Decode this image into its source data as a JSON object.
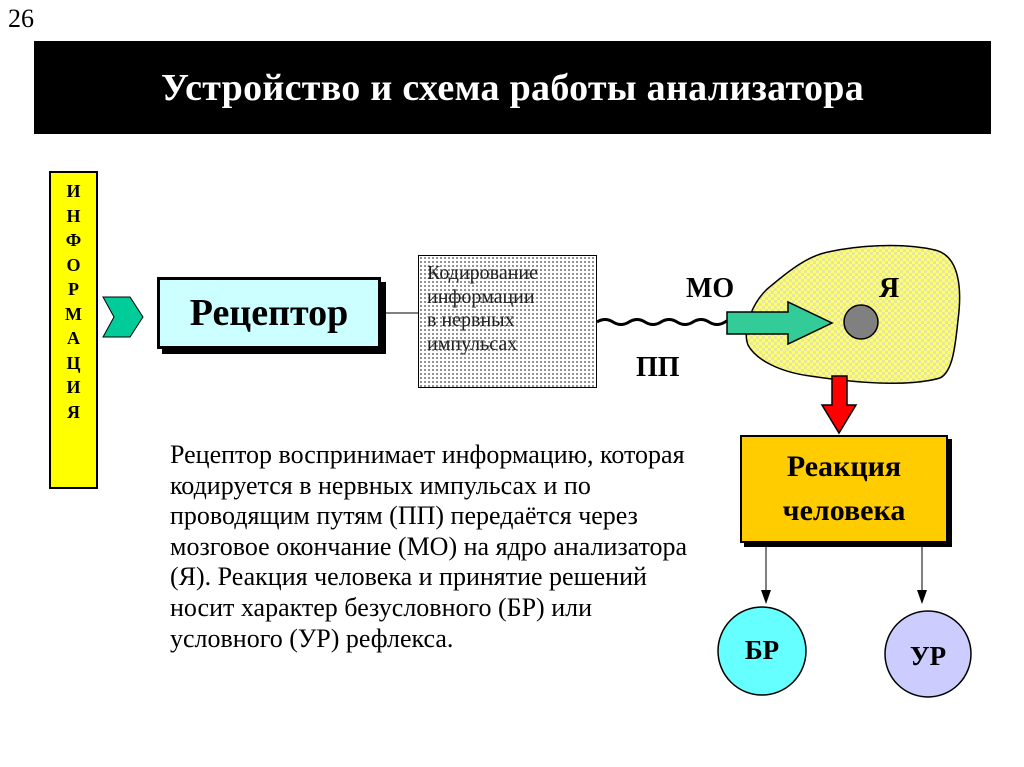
{
  "slide_number": "26",
  "title": "Устройство и схема работы анализатора",
  "information_letters": [
    "И",
    "Н",
    "Ф",
    "О",
    "Р",
    "М",
    "А",
    "Ц",
    "И",
    "Я"
  ],
  "receptor_label": "Рецептор",
  "coding_box": {
    "lines": [
      "Кодирование",
      "информации",
      "в нервных",
      "импульсах"
    ]
  },
  "labels": {
    "mo": "МО",
    "pp": "ПП",
    "ya": "Я"
  },
  "reaction": {
    "line1": "Реакция",
    "line2": "человека"
  },
  "outcomes": {
    "br": "БР",
    "ur": "УР"
  },
  "description": "Рецептор воспринимает информацию, которая кодируется в нервных импульсах и по проводящим путям (ПП) передаётся через мозговое окончание (МО) на ядро анализатора (Я). Реакция человека и принятие решений носит характер безусловного (БР) или условного (УР) рефлекса.",
  "colors": {
    "title_bg": "#000000",
    "information_bg": "#ffff00",
    "receptor_bg": "#ccffff",
    "input_arrow": "#00cc99",
    "nerve_arrow": "#33cc99",
    "brain_fill": "#ffff66",
    "nucleus": "#808080",
    "down_arrow": "#ff0000",
    "reaction_bg": "#ffcc00",
    "br_circle": "#66ffff",
    "ur_circle": "#ccccff"
  },
  "icons": {
    "input_arrow": "chevron-arrow-right-icon",
    "nerve_arrow": "arrow-right-icon",
    "reaction_arrow": "arrow-down-icon"
  }
}
